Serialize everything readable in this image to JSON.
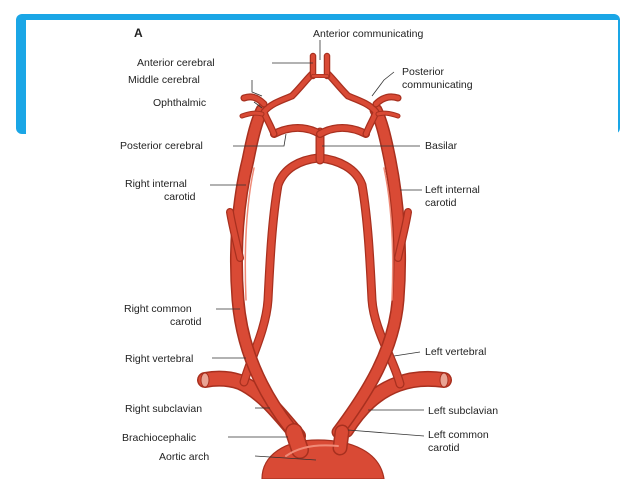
{
  "slide": {
    "banner_color": "#1aa6e6",
    "background": "#ffffff"
  },
  "figure": {
    "panel_letter": "A",
    "artery_color": "#d94a35",
    "labels": {
      "anterior_communicating": "Anterior communicating",
      "anterior_cerebral": "Anterior cerebral",
      "middle_cerebral": "Middle cerebral",
      "ophthalmic": "Ophthalmic",
      "posterior_communicating_1": "Posterior",
      "posterior_communicating_2": "communicating",
      "posterior_cerebral": "Posterior cerebral",
      "basilar": "Basilar",
      "right_internal_carotid_1": "Right internal",
      "right_internal_carotid_2": "carotid",
      "left_internal_carotid_1": "Left internal",
      "left_internal_carotid_2": "carotid",
      "right_common_carotid_1": "Right common",
      "right_common_carotid_2": "carotid",
      "right_vertebral": "Right vertebral",
      "left_vertebral": "Left vertebral",
      "right_subclavian": "Right subclavian",
      "left_subclavian": "Left subclavian",
      "brachiocephalic": "Brachiocephalic",
      "left_common_carotid_1": "Left common",
      "left_common_carotid_2": "carotid",
      "aortic_arch": "Aortic arch"
    }
  }
}
